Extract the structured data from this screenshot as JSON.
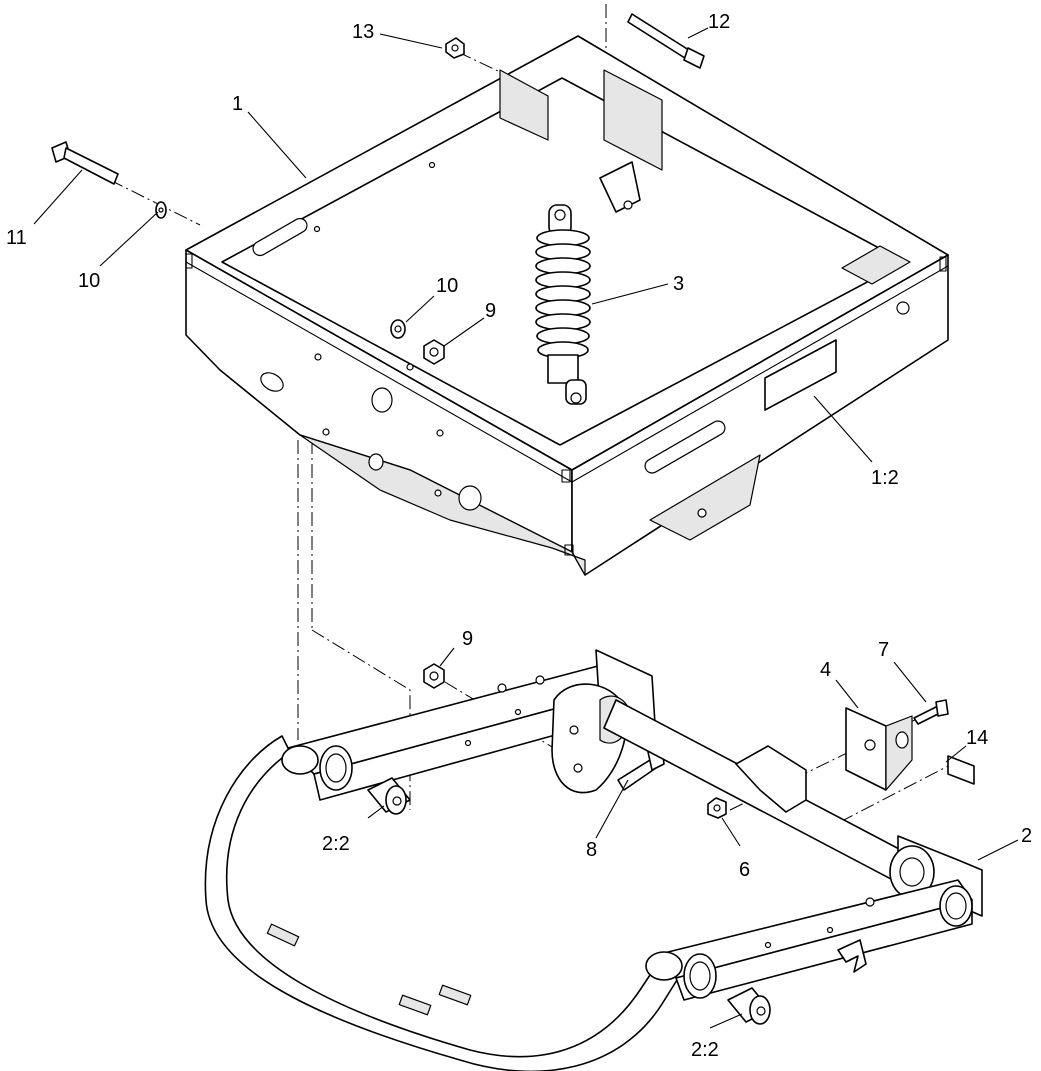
{
  "callouts": {
    "c1": "1",
    "c1_2": "1:2",
    "c2": "2",
    "c2_2a": "2:2",
    "c2_2b": "2:2",
    "c3": "3",
    "c4": "4",
    "c6": "6",
    "c7": "7",
    "c8": "8",
    "c9a": "9",
    "c9b": "9",
    "c10a": "10",
    "c10b": "10",
    "c11": "11",
    "c12": "12",
    "c13": "13",
    "c14": "14"
  }
}
